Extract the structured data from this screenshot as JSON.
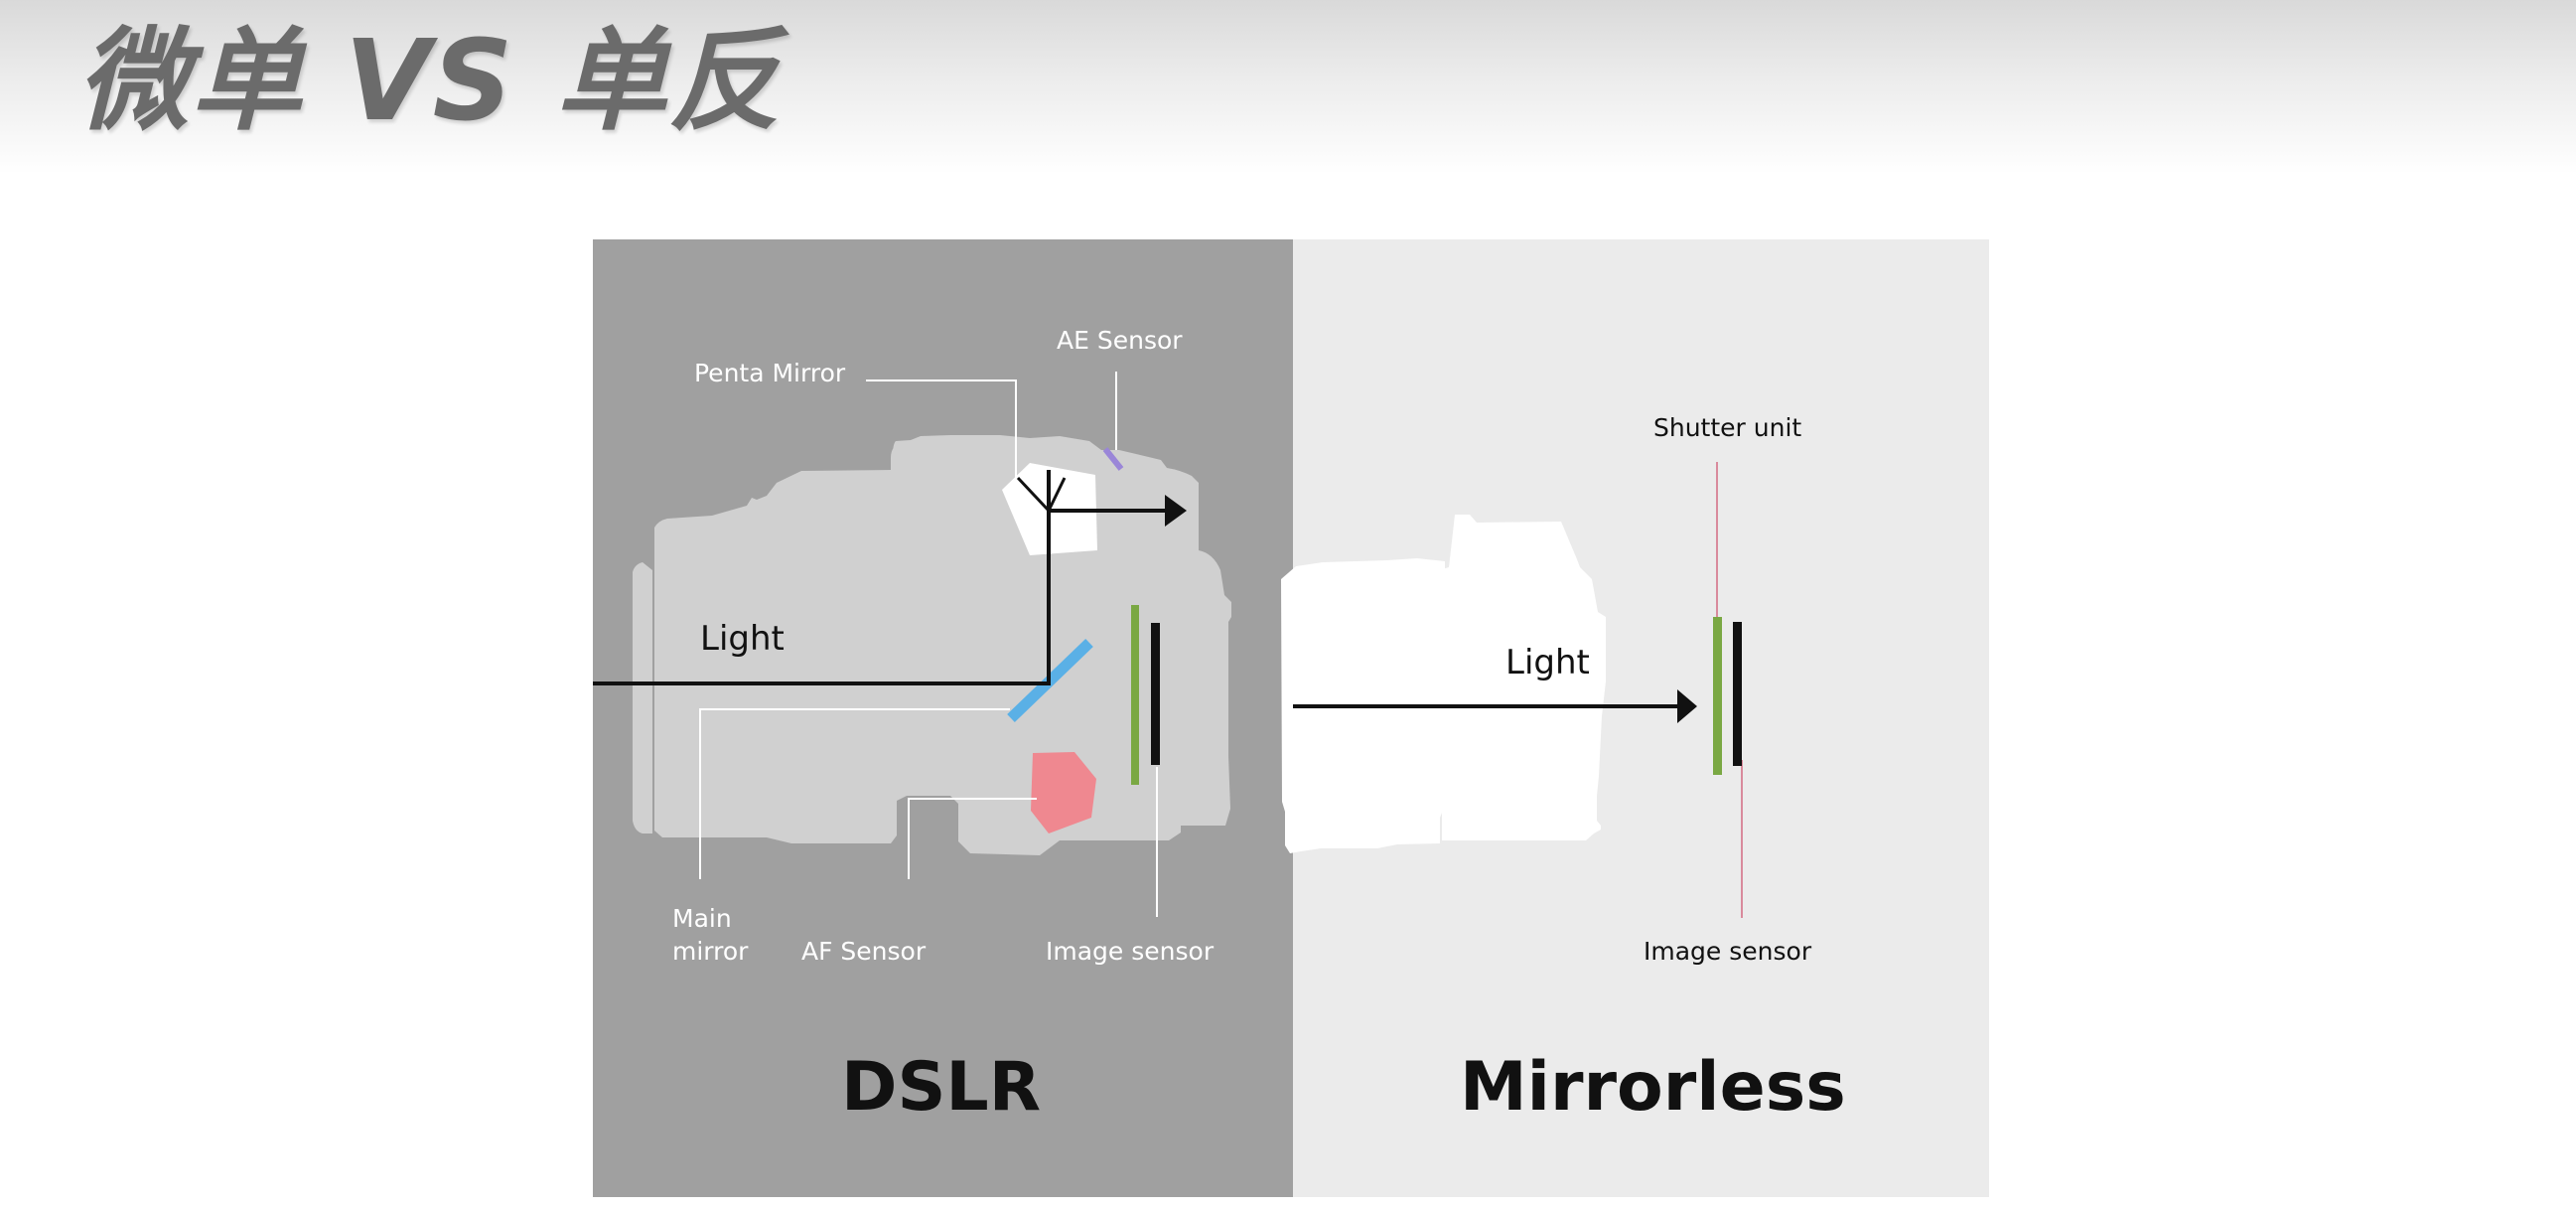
{
  "page": {
    "title": "微单 VS 单反"
  },
  "diagram": {
    "dslr": {
      "heading": "DSLR",
      "light_label": "Light",
      "labels": {
        "penta_mirror": "Penta Mirror",
        "ae_sensor": "AE Sensor",
        "main_mirror_line1": "Main",
        "main_mirror_line2": "mirror",
        "af_sensor": "AF Sensor",
        "image_sensor": "Image sensor"
      }
    },
    "mirrorless": {
      "heading": "Mirrorless",
      "light_label": "Light",
      "labels": {
        "shutter_unit": "Shutter unit",
        "image_sensor": "Image sensor"
      }
    },
    "colors": {
      "dslr_bg": "#a0a0a0",
      "mirrorless_bg": "#ebebeb",
      "main_mirror": "#5ab0e6",
      "shutter": "#7aa843",
      "af_sensor": "#ef8890",
      "ae_sensor": "#9a86d8",
      "shutter_line": "#d98a9c"
    }
  }
}
